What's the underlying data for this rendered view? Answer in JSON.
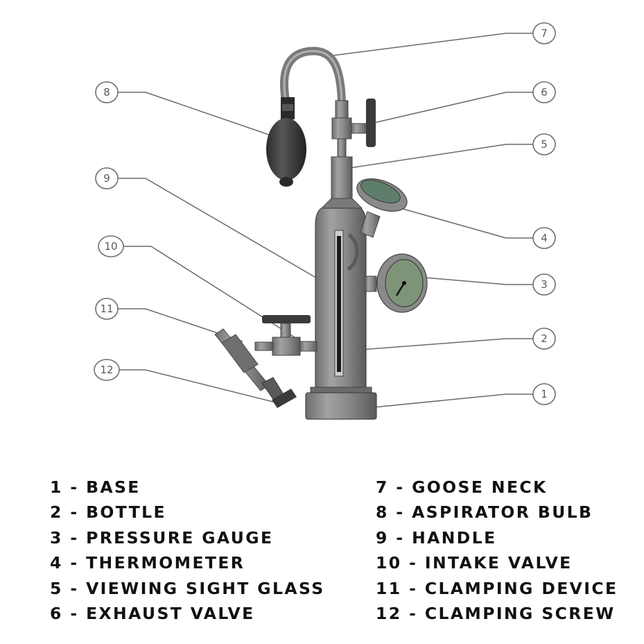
{
  "callouts": [
    "1",
    "2",
    "3",
    "4",
    "5",
    "6",
    "7",
    "8",
    "9",
    "10",
    "11",
    "12"
  ],
  "legend": {
    "left": [
      "1 - BASE",
      "2 - BOTTLE",
      "3 - PRESSURE GAUGE",
      "4 - THERMOMETER",
      "5 - VIEWING SIGHT GLASS",
      "6 - EXHAUST VALVE"
    ],
    "right": [
      "7 - GOOSE NECK",
      "8 - ASPIRATOR BULB",
      "9 - HANDLE",
      "10 - INTAKE VALVE",
      "11 - CLAMPING DEVICE",
      "12 - CLAMPING SCREW"
    ]
  },
  "colors": {
    "metal": "#8c8c8c",
    "metal_dark": "#5e5e5e",
    "bulb": "#3e3e3e",
    "gauge_face": "#7d9478",
    "thermometer_face": "#5e7e6c",
    "sight_glass": "#1b1b1b"
  }
}
